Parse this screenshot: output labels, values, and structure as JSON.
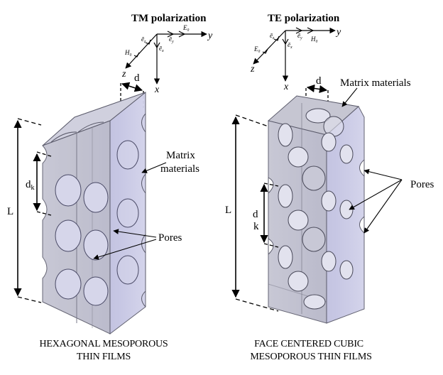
{
  "left_panel": {
    "title": "TM polarization",
    "axes": {
      "y": "y",
      "z": "z",
      "x": "x"
    },
    "vectors": {
      "e_z": "ē",
      "e_y": "ē",
      "e_x": "ē",
      "E0": "E₀",
      "H0": "H₀"
    },
    "vector_subs": {
      "e_z": "z",
      "e_y": "y",
      "e_x": "x",
      "E0": "0",
      "H0": "0"
    },
    "dimension_d": "d",
    "dimension_dk": "d",
    "dimension_dk_sub": "k",
    "dimension_L": "L",
    "annotation_matrix_line1": "Matrix",
    "annotation_matrix_line2": "materials",
    "annotation_pores": "Pores",
    "caption_line1": "HEXAGONAL MESOPOROUS",
    "caption_line2": "THIN FILMS"
  },
  "right_panel": {
    "title": "TE polarization",
    "axes": {
      "y": "y",
      "z": "z",
      "x": "x"
    },
    "vectors": {
      "e_z": "ē",
      "e_y": "ē",
      "e_x": "ē",
      "E0": "E₀",
      "H0": "H₀"
    },
    "vector_subs": {
      "e_z": "z",
      "e_y": "y",
      "e_x": "x",
      "E0": "0",
      "H0": "0"
    },
    "dimension_d": "d",
    "dimension_dk": "d",
    "dimension_dk_sub": "k",
    "dimension_L": "L",
    "annotation_matrix": "Matrix materials",
    "annotation_pores": "Pores",
    "caption_line1": "FACE CENTERED CUBIC",
    "caption_line2": "MESOPOROUS THIN FILMS"
  },
  "colors": {
    "structure_fill": "#c9c9d8",
    "structure_side": "#b8b8d2",
    "structure_stroke": "#555566",
    "pore_fill": "#dcdcec"
  }
}
